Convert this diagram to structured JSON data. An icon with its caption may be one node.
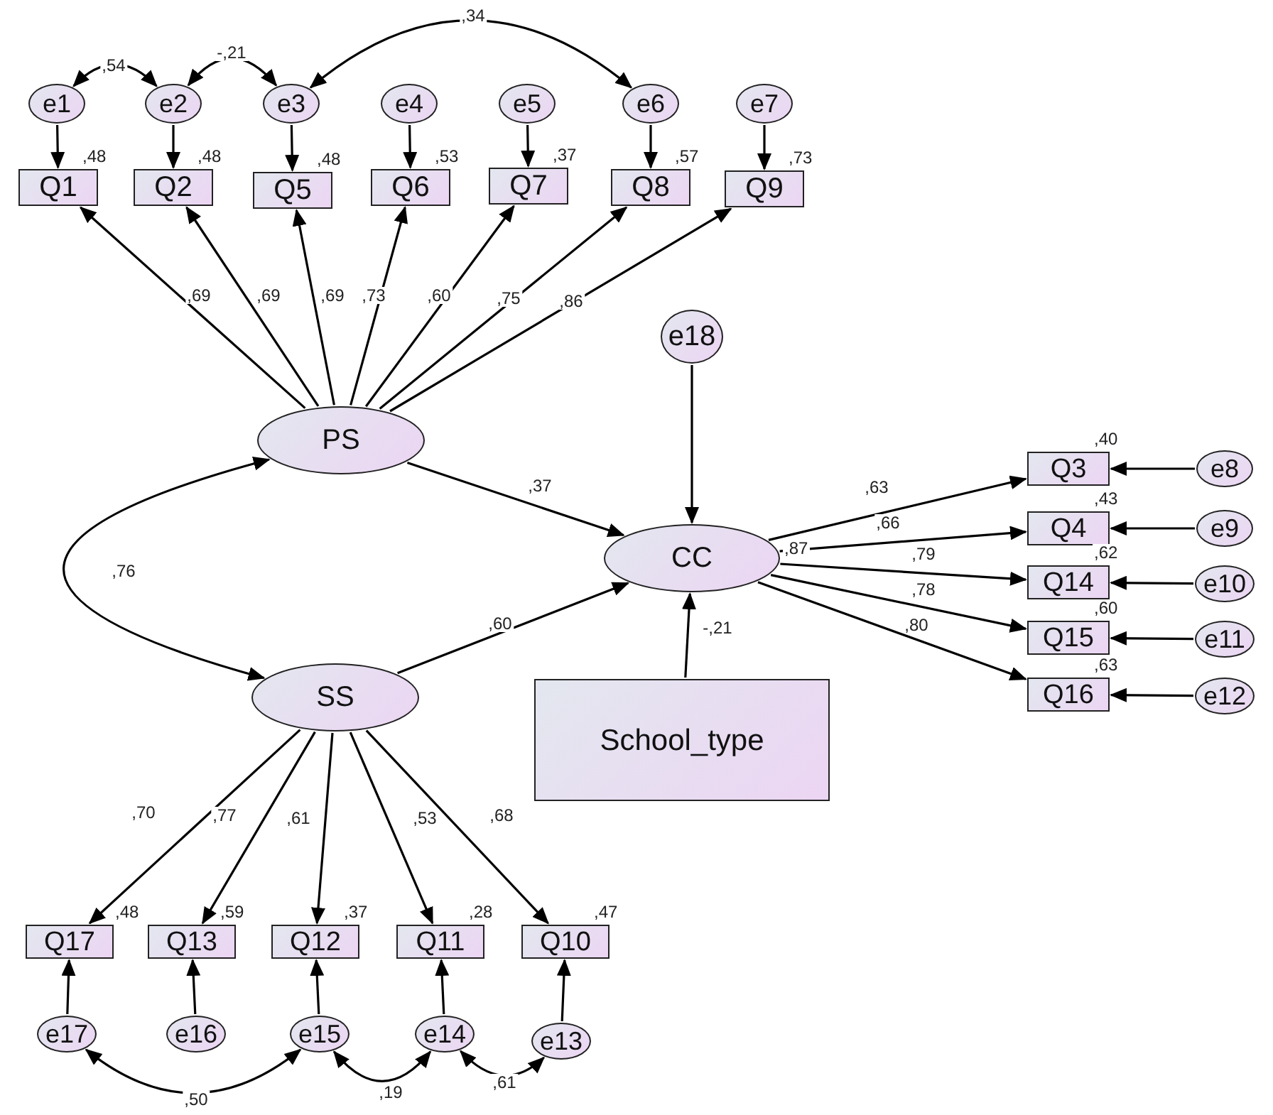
{
  "diagram": {
    "nodes": [
      {
        "text": [
          "e1"
        ]
      },
      {
        "text": [
          "e2"
        ]
      },
      {
        "text": [
          "e3"
        ]
      },
      {
        "text": [
          "e4"
        ]
      },
      {
        "text": [
          "e5"
        ]
      },
      {
        "text": [
          "e6"
        ]
      },
      {
        "text": [
          "e7"
        ]
      },
      {
        "text": [
          "Q1"
        ],
        "beside": [
          ",48"
        ]
      },
      {
        "text": [
          "Q2"
        ],
        "beside": [
          ",48"
        ]
      },
      {
        "text": [
          "Q5"
        ],
        "beside": [
          ",48"
        ]
      },
      {
        "text": [
          "Q6"
        ],
        "beside": [
          ",53"
        ]
      },
      {
        "text": [
          "Q7"
        ],
        "beside": [
          ",37"
        ]
      },
      {
        "text": [
          "Q8"
        ],
        "beside": [
          ",57"
        ]
      },
      {
        "text": [
          "Q9"
        ],
        "beside": [
          ",73"
        ]
      },
      {
        "text": [
          "PS"
        ]
      },
      {
        "text": [
          "e18"
        ]
      },
      {
        "text": [
          "CC"
        ],
        "beside": [
          ",87"
        ]
      },
      {
        "text": [
          "Q3"
        ],
        "beside": [
          ",40"
        ]
      },
      {
        "text": [
          "e8"
        ]
      },
      {
        "text": [
          "Q4"
        ],
        "beside": [
          ",43"
        ]
      },
      {
        "text": [
          "e9"
        ]
      },
      {
        "text": [
          "Q14"
        ],
        "beside": [
          ",62"
        ]
      },
      {
        "text": [
          "e10"
        ]
      },
      {
        "text": [
          "Q15"
        ],
        "beside": [
          ",60"
        ]
      },
      {
        "text": [
          "e11"
        ]
      },
      {
        "text": [
          "Q16"
        ],
        "beside": [
          ",63"
        ]
      },
      {
        "text": [
          "e12"
        ]
      },
      {
        "text": [
          "SS"
        ]
      },
      {
        "text": [
          "School_type"
        ]
      },
      {
        "text": [
          "Q17"
        ],
        "beside": [
          ",48"
        ]
      },
      {
        "text": [
          "Q13"
        ],
        "beside": [
          ",59"
        ]
      },
      {
        "text": [
          "Q12"
        ],
        "beside": [
          ",37"
        ]
      },
      {
        "text": [
          "Q11"
        ],
        "beside": [
          ",28"
        ]
      },
      {
        "text": [
          "Q10"
        ],
        "beside": [
          ",47"
        ]
      },
      {
        "text": [
          "e17"
        ]
      },
      {
        "text": [
          "e16"
        ]
      },
      {
        "text": [
          "e15"
        ]
      },
      {
        "text": [
          "e14"
        ]
      },
      {
        "text": [
          "e13"
        ]
      }
    ],
    "edges": [
      {
        "from": 0,
        "to": 1,
        "arrow": "both",
        "label": ",54"
      },
      {
        "from": 1,
        "to": 2,
        "arrow": "both",
        "label": "-,21"
      },
      {
        "from": 2,
        "to": 5,
        "arrow": "both",
        "label": ",34"
      },
      {
        "from": 0,
        "to": 7,
        "arrow": "to"
      },
      {
        "from": 1,
        "to": 8,
        "arrow": "to"
      },
      {
        "from": 2,
        "to": 9,
        "arrow": "to"
      },
      {
        "from": 3,
        "to": 10,
        "arrow": "to"
      },
      {
        "from": 4,
        "to": 11,
        "arrow": "to"
      },
      {
        "from": 5,
        "to": 12,
        "arrow": "to"
      },
      {
        "from": 6,
        "to": 13,
        "arrow": "to"
      },
      {
        "from": 14,
        "to": 7,
        "arrow": "to",
        "label": ",69"
      },
      {
        "from": 14,
        "to": 8,
        "arrow": "to",
        "label": ",69"
      },
      {
        "from": 14,
        "to": 9,
        "arrow": "to",
        "label": ",69"
      },
      {
        "from": 14,
        "to": 10,
        "arrow": "to",
        "label": ",73"
      },
      {
        "from": 14,
        "to": 11,
        "arrow": "to",
        "label": ",60"
      },
      {
        "from": 14,
        "to": 12,
        "arrow": "to",
        "label": ",75"
      },
      {
        "from": 14,
        "to": 13,
        "arrow": "to",
        "label": ",86"
      },
      {
        "from": 14,
        "to": 27,
        "arrow": "both",
        "label": ",76"
      },
      {
        "from": 14,
        "to": 16,
        "arrow": "to",
        "label": ",37"
      },
      {
        "from": 27,
        "to": 16,
        "arrow": "to",
        "label": ",60"
      },
      {
        "from": 15,
        "to": 16,
        "arrow": "to"
      },
      {
        "from": 28,
        "to": 16,
        "arrow": "to",
        "label": "-,21"
      },
      {
        "from": 16,
        "to": 17,
        "arrow": "to",
        "label": ",63"
      },
      {
        "from": 16,
        "to": 19,
        "arrow": "to",
        "label": ",66"
      },
      {
        "from": 16,
        "to": 21,
        "arrow": "to",
        "label": ",79"
      },
      {
        "from": 16,
        "to": 23,
        "arrow": "to",
        "label": ",78"
      },
      {
        "from": 16,
        "to": 25,
        "arrow": "to",
        "label": ",80"
      },
      {
        "from": 18,
        "to": 17,
        "arrow": "to"
      },
      {
        "from": 20,
        "to": 19,
        "arrow": "to"
      },
      {
        "from": 22,
        "to": 21,
        "arrow": "to"
      },
      {
        "from": 24,
        "to": 23,
        "arrow": "to"
      },
      {
        "from": 26,
        "to": 25,
        "arrow": "to"
      },
      {
        "from": 27,
        "to": 29,
        "arrow": "to",
        "label": ",70"
      },
      {
        "from": 27,
        "to": 30,
        "arrow": "to",
        "label": ",77"
      },
      {
        "from": 27,
        "to": 31,
        "arrow": "to",
        "label": ",61"
      },
      {
        "from": 27,
        "to": 32,
        "arrow": "to",
        "label": ",53"
      },
      {
        "from": 27,
        "to": 33,
        "arrow": "to",
        "label": ",68"
      },
      {
        "from": 34,
        "to": 29,
        "arrow": "to"
      },
      {
        "from": 35,
        "to": 30,
        "arrow": "to"
      },
      {
        "from": 36,
        "to": 31,
        "arrow": "to"
      },
      {
        "from": 37,
        "to": 32,
        "arrow": "to"
      },
      {
        "from": 38,
        "to": 33,
        "arrow": "to"
      },
      {
        "from": 34,
        "to": 36,
        "arrow": "both",
        "label": ",50"
      },
      {
        "from": 36,
        "to": 37,
        "arrow": "both",
        "label": ",19"
      },
      {
        "from": 37,
        "to": 38,
        "arrow": "both",
        "label": ",61"
      }
    ]
  }
}
